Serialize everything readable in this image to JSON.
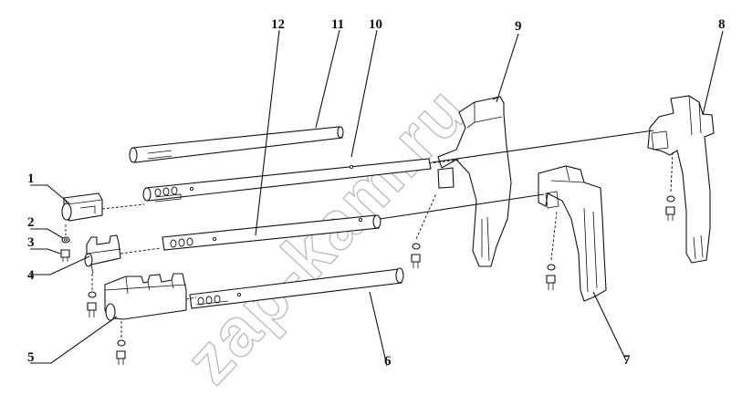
{
  "diagram": {
    "callouts": [
      "1",
      "2",
      "3",
      "4",
      "5",
      "6",
      "7",
      "8",
      "9",
      "10",
      "11",
      "12"
    ],
    "watermark": "zap-kam.ru"
  }
}
